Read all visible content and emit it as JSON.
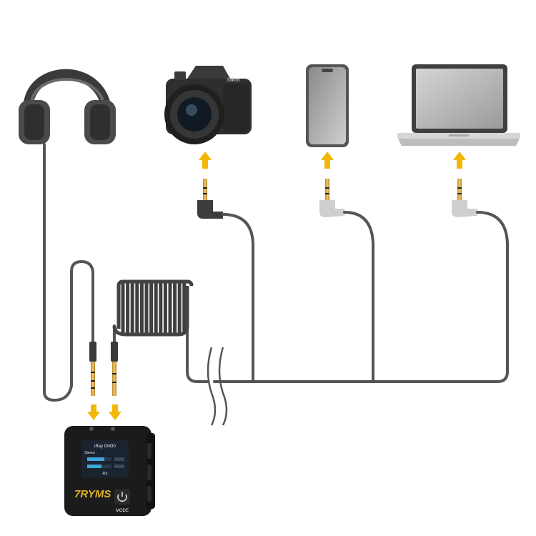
{
  "device": {
    "model": "iRay DM30",
    "screen_line": "Stereo",
    "screen_label": "RX",
    "brand": "7RYMS",
    "power_icon": "power-icon",
    "mode_label": "MODE"
  },
  "colors": {
    "arrow": "#f2b705",
    "cable": "#555555",
    "plug_gold": "#d9a23a",
    "device_body": "#1c1c1c",
    "brand_color": "#e0b227",
    "screen_bg": "#1a2330",
    "screen_level": "#3fa6d8"
  },
  "targets": [
    "headphones",
    "camera",
    "smartphone",
    "laptop"
  ],
  "icons": [
    "headphones-icon",
    "camera-icon",
    "smartphone-icon",
    "laptop-icon",
    "arrow-up-icon",
    "arrow-down-icon",
    "trs-plug-icon"
  ]
}
